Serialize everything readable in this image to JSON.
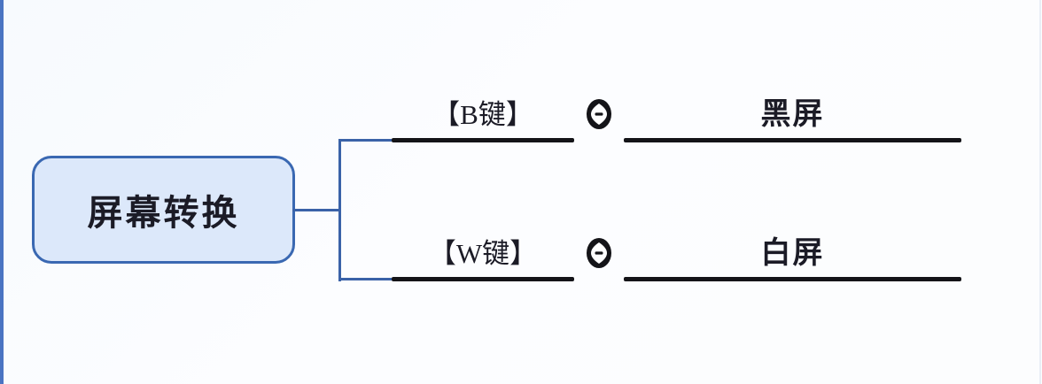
{
  "diagram": {
    "title_node": {
      "label": "屏幕转换"
    },
    "branches": [
      {
        "key_label": "【B键】",
        "marker_icon": "ring-marker-icon",
        "result_label": "黑屏"
      },
      {
        "key_label": "【W键】",
        "marker_icon": "ring-marker-icon",
        "result_label": "白屏"
      }
    ]
  },
  "colors": {
    "background": "#fcfdff",
    "accent_strip": "#4a74c2",
    "node_fill": "#dce8fa",
    "node_border": "#3a68b2",
    "connector": "#3a62a8",
    "line": "#141418",
    "text": "#1b1b26"
  }
}
